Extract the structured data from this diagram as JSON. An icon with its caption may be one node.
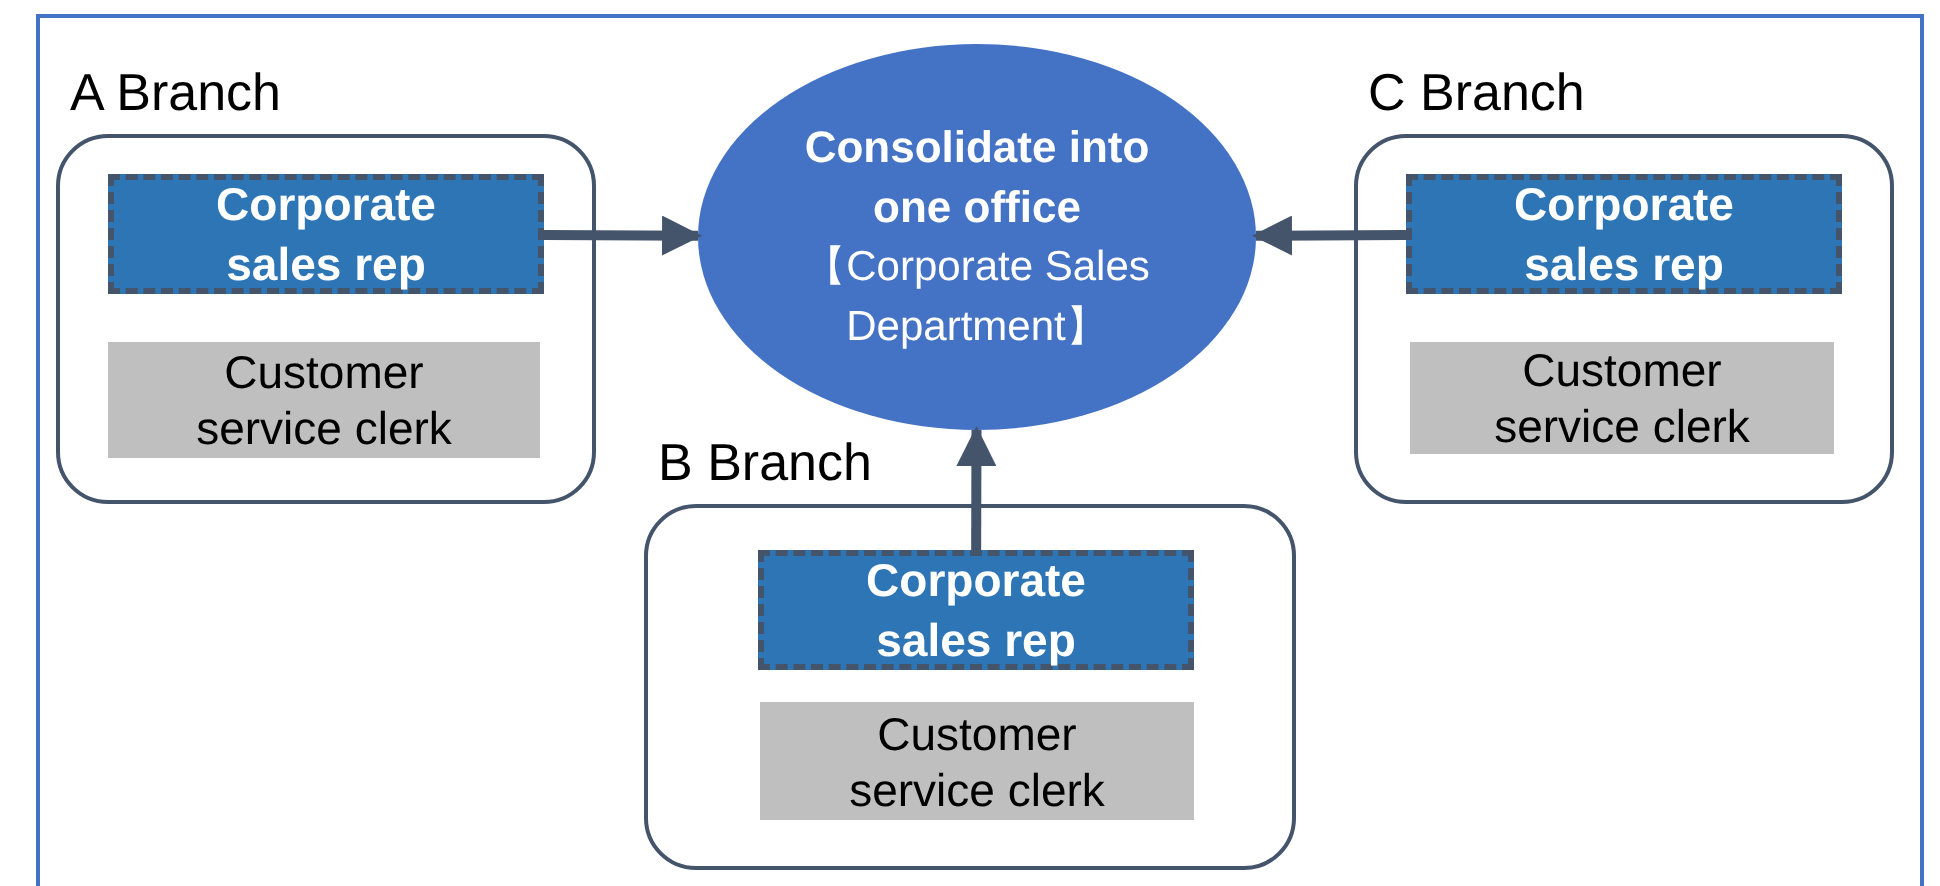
{
  "diagram": {
    "nodes": [
      {
        "text": [
          "A Branch"
        ]
      },
      {
        "text": [
          "Corporate sales rep"
        ],
        "in": 0
      },
      {
        "text": [
          "Customer service clerk"
        ],
        "in": 0
      },
      {
        "text": [
          "Consolidate into one office",
          "【Corporate Sales Department】"
        ]
      },
      {
        "text": [
          "C Branch"
        ]
      },
      {
        "text": [
          "Corporate sales rep"
        ],
        "in": 4
      },
      {
        "text": [
          "Customer service clerk"
        ],
        "in": 4
      },
      {
        "text": [
          "B Branch"
        ]
      },
      {
        "text": [
          "Corporate sales rep"
        ],
        "in": 7
      },
      {
        "text": [
          "Customer service clerk"
        ],
        "in": 7
      }
    ],
    "edges": [
      {
        "from": 1,
        "to": 3,
        "arrow": "to"
      },
      {
        "from": 5,
        "to": 3,
        "arrow": "to"
      },
      {
        "from": 8,
        "to": 3,
        "arrow": "to"
      }
    ]
  }
}
